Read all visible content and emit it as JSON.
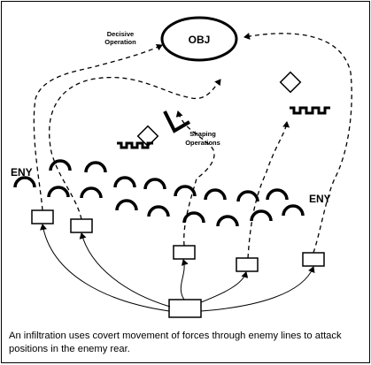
{
  "diagram": {
    "objective_label": "OBJ",
    "decisive_operation_label": [
      "Decisive",
      "Operation"
    ],
    "shaping_operations_label": [
      "Shaping",
      "Operations"
    ],
    "enemy_label_left": "ENY",
    "enemy_label_right": "ENY"
  },
  "caption": "An infiltration uses covert movement of forces through enemy lines to attack positions in the enemy rear."
}
